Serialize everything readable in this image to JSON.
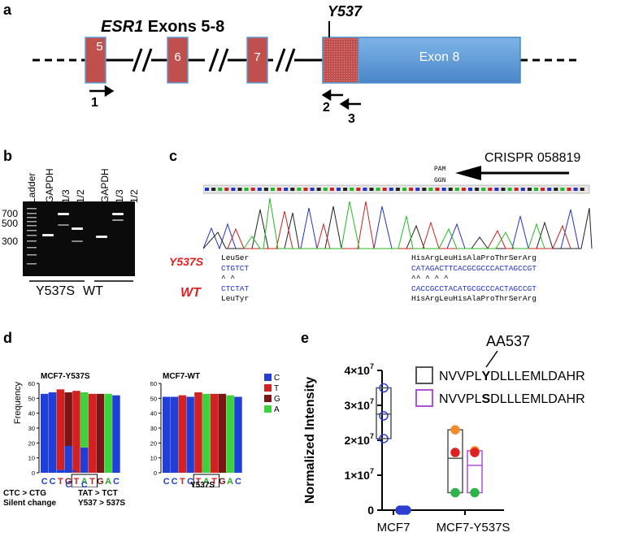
{
  "panels": {
    "a": {
      "letter": "a",
      "gene": "ESR1",
      "title_rest": " Exons 5-8",
      "mutation_label": "Y537",
      "exons": [
        "5",
        "6",
        "7",
        "Exon 8"
      ],
      "primers": [
        "1",
        "2",
        "3"
      ],
      "colors": {
        "exon_red": "#c0504d",
        "exon_blue": "#5b9bd5"
      }
    },
    "b": {
      "letter": "b",
      "lane_labels": [
        "Ladder",
        "GAPDH",
        "1/3",
        "1/2",
        "GAPDH",
        "1/3",
        "1/2"
      ],
      "size_markers": [
        "700",
        "500",
        "300"
      ],
      "groups": [
        "Y537S",
        "WT"
      ]
    },
    "c": {
      "letter": "c",
      "crispr_label": "CRISPR 058819",
      "pam_label": "PAM",
      "ggn_label": "GGN",
      "rows": [
        {
          "label": "Y537S",
          "left": "LeuSer",
          "right": "HisArgLeuHisAlaProThrSerArg"
        },
        {
          "label": "",
          "left": "CTGTCT",
          "right": "CATAGACTTCACGCGCCCACTAGCCGT"
        },
        {
          "label": "",
          "left": "^  ^",
          "right": "^^ ^  ^   ^"
        },
        {
          "label": "WT",
          "left": "CTCTAT",
          "right": "CACCGCCTACATGCGCCCACTAGCCGT"
        },
        {
          "label": "",
          "left": "LeuTyr",
          "right": "HisArgLeuHisAlaProThrSerArg"
        }
      ]
    },
    "d": {
      "letter": "d",
      "ylabel": "Frequency",
      "legend": [
        "C",
        "T",
        "G",
        "A"
      ],
      "left_title": "MCF7-Y537S",
      "right_title": "MCF7-WT",
      "left_bases": [
        "C",
        "C",
        "T",
        "G",
        "T",
        "A",
        "T",
        "G",
        "A",
        "C"
      ],
      "right_bases": [
        "C",
        "C",
        "T",
        "C",
        "T",
        "A",
        "T",
        "G",
        "A",
        "C"
      ],
      "left_sub": [
        "C",
        "C"
      ],
      "right_sub": "Y537S",
      "notes": [
        "CTC > CTG",
        "Silent change",
        "TAT > TCT",
        "Y537 > 537S"
      ],
      "yticks": [
        "0",
        "10",
        "20",
        "30",
        "40",
        "50",
        "60"
      ]
    },
    "e": {
      "letter": "e",
      "annotation": "AA537",
      "ylabel": "Normalized Intensity",
      "yticks": [
        "0",
        "1×10",
        "2×10",
        "3×10",
        "4×10"
      ],
      "ytick_exp": "7",
      "xticks": [
        "MCF7",
        "MCF7-Y537S"
      ],
      "legend": [
        {
          "pre": "NVVPL",
          "bold": "Y",
          "post": "DLLLEMLDAHR",
          "color": "#555555"
        },
        {
          "pre": "NVVPL",
          "bold": "S",
          "post": "DLLLEMLDAHR",
          "color": "#b04fd8"
        }
      ]
    }
  },
  "chart_data": [
    {
      "type": "bar",
      "title": "MCF7-Y537S",
      "ylabel": "Frequency",
      "categories": [
        "C",
        "C",
        "T",
        "G",
        "T",
        "A",
        "T",
        "G",
        "A",
        "C"
      ],
      "ylim": [
        0,
        60
      ],
      "series": [
        {
          "name": "C",
          "values": [
            53,
            54,
            2,
            18,
            0,
            17,
            0,
            0,
            0,
            52
          ]
        },
        {
          "name": "T",
          "values": [
            0,
            0,
            54,
            0,
            55,
            0,
            53,
            0,
            0,
            0
          ]
        },
        {
          "name": "G",
          "values": [
            0,
            0,
            0,
            36,
            0,
            0,
            0,
            53,
            0,
            0
          ]
        },
        {
          "name": "A",
          "values": [
            0,
            0,
            0,
            0,
            0,
            37,
            0,
            0,
            53,
            0
          ]
        }
      ]
    },
    {
      "type": "bar",
      "title": "MCF7-WT",
      "categories": [
        "C",
        "C",
        "T",
        "C",
        "T",
        "A",
        "T",
        "G",
        "A",
        "C"
      ],
      "ylim": [
        0,
        60
      ],
      "series": [
        {
          "name": "C",
          "values": [
            51,
            51,
            0,
            51,
            0,
            0,
            0,
            0,
            0,
            51
          ]
        },
        {
          "name": "T",
          "values": [
            0,
            0,
            52,
            0,
            54,
            0,
            53,
            0,
            0,
            0
          ]
        },
        {
          "name": "G",
          "values": [
            0,
            0,
            0,
            0,
            0,
            0,
            0,
            53,
            0,
            0
          ]
        },
        {
          "name": "A",
          "values": [
            0,
            0,
            0,
            0,
            0,
            53,
            0,
            0,
            52,
            0
          ]
        }
      ]
    },
    {
      "type": "scatter",
      "ylabel": "Normalized Intensity",
      "categories": [
        "MCF7",
        "MCF7-Y537S"
      ],
      "ylim": [
        0,
        40000000
      ],
      "series": [
        {
          "name": "NVVPLYDLLLEMLDAHR",
          "points": [
            {
              "x": "MCF7",
              "y": 35000000,
              "color": "#2b3fd1"
            },
            {
              "x": "MCF7",
              "y": 27000000,
              "color": "#2b3fd1"
            },
            {
              "x": "MCF7",
              "y": 20500000,
              "color": "#2b3fd1"
            },
            {
              "x": "MCF7-Y537S",
              "y": 23000000,
              "color": "#f28b2c"
            },
            {
              "x": "MCF7-Y537S",
              "y": 16500000,
              "color": "#e02020"
            },
            {
              "x": "MCF7-Y537S",
              "y": 5000000,
              "color": "#2db34a"
            }
          ]
        },
        {
          "name": "NVVPLSDLLLEMLDAHR",
          "points": [
            {
              "x": "MCF7",
              "y": 0,
              "color": "#2b3fd1"
            },
            {
              "x": "MCF7",
              "y": 0,
              "color": "#2b3fd1"
            },
            {
              "x": "MCF7",
              "y": 0,
              "color": "#2b3fd1"
            },
            {
              "x": "MCF7-Y537S",
              "y": 17000000,
              "color": "#f28b2c"
            },
            {
              "x": "MCF7-Y537S",
              "y": 16500000,
              "color": "#e02020"
            },
            {
              "x": "MCF7-Y537S",
              "y": 5000000,
              "color": "#2db34a"
            }
          ]
        }
      ]
    }
  ]
}
